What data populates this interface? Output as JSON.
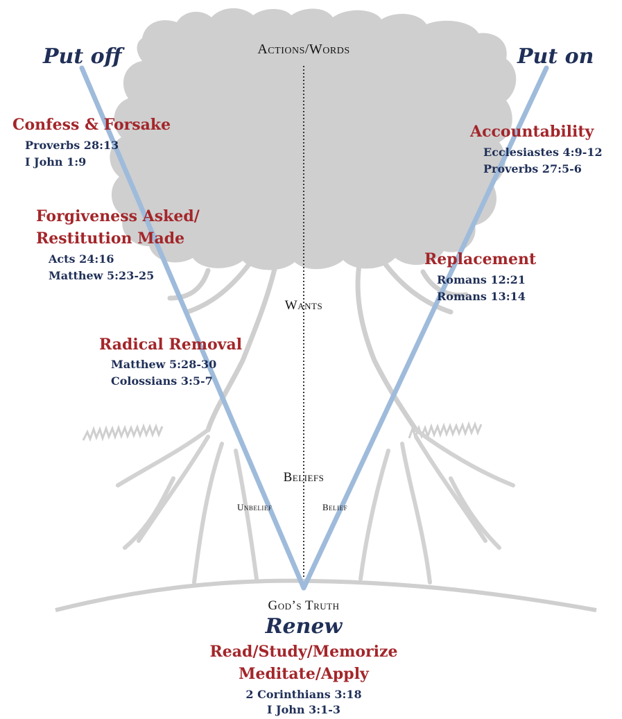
{
  "diagram": {
    "left_heading": "Put off",
    "right_heading": "Put on",
    "levels": {
      "actions": "Actions/Words",
      "wants": "Wants",
      "beliefs": "Beliefs",
      "unbelief": "Unbelief",
      "belief": "Belief",
      "truth": "God’s Truth"
    },
    "left_steps": [
      {
        "title": "Confess & Forsake",
        "refs": [
          "Proverbs 28:13",
          "I John 1:9"
        ]
      },
      {
        "title": "Forgiveness Asked/",
        "title2": "Restitution Made",
        "refs": [
          "Acts 24:16",
          "Matthew 5:23-25"
        ]
      },
      {
        "title": "Radical Removal",
        "refs": [
          "Matthew 5:28-30",
          "Colossians 3:5-7"
        ]
      }
    ],
    "right_steps": [
      {
        "title": "Accountability",
        "refs": [
          "Ecclesiastes 4:9-12",
          "Proverbs 27:5-6"
        ]
      },
      {
        "title": "Replacement",
        "refs": [
          "Romans 12:21",
          "Romans 13:14"
        ]
      }
    ],
    "bottom": {
      "heading": "Renew",
      "lines": [
        "Read/Study/Memorize",
        "Meditate/Apply"
      ],
      "refs": [
        "2 Corinthians 3:18",
        "I John 3:1-3"
      ]
    },
    "colors": {
      "tree": "#cfcfcf",
      "v_line": "#9fbbdb",
      "red": "#a3262a",
      "navy": "#1f2f57"
    }
  }
}
